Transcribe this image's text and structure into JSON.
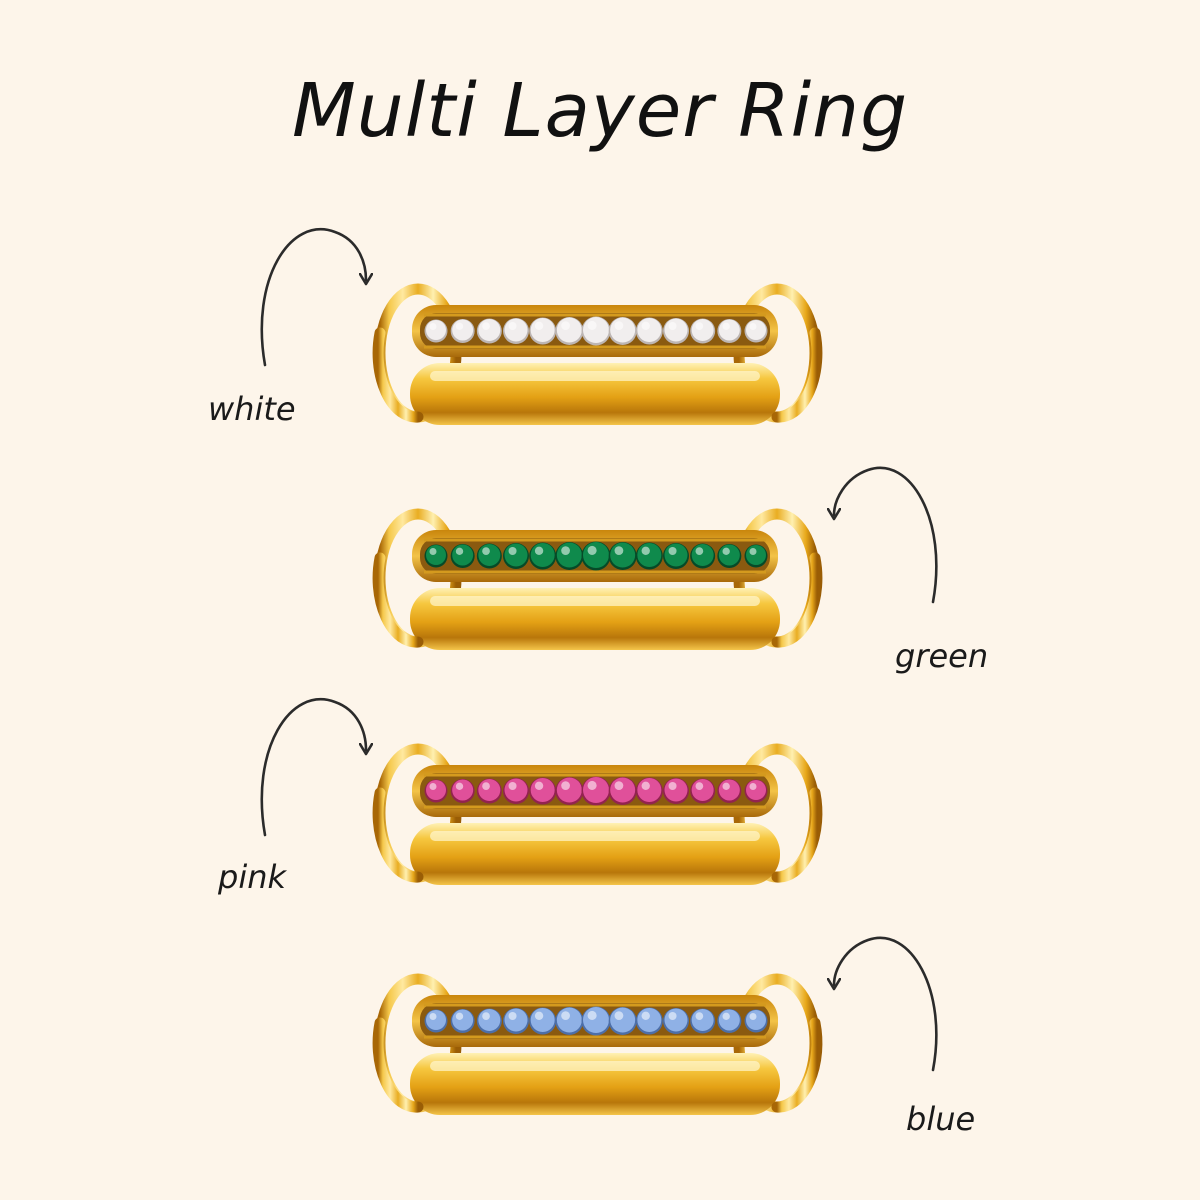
{
  "title": "Multi Layer Ring",
  "rings": [
    {
      "label": "white",
      "stone_color": "#f1eeee",
      "stone_shadow": "#bdb6b4",
      "arrow_side": "left"
    },
    {
      "label": "green",
      "stone_color": "#0f8a4c",
      "stone_shadow": "#064a28",
      "arrow_side": "right"
    },
    {
      "label": "pink",
      "stone_color": "#e0509a",
      "stone_shadow": "#92234f",
      "arrow_side": "left"
    },
    {
      "label": "blue",
      "stone_color": "#8fb1e6",
      "stone_shadow": "#4d6fa8",
      "arrow_side": "right"
    }
  ],
  "colors": {
    "background": "#fdf5ea",
    "gold_light": "#fde28a",
    "gold_mid": "#e8a81a",
    "gold_dark": "#9a5d05",
    "arrow": "#2b2b2b"
  }
}
